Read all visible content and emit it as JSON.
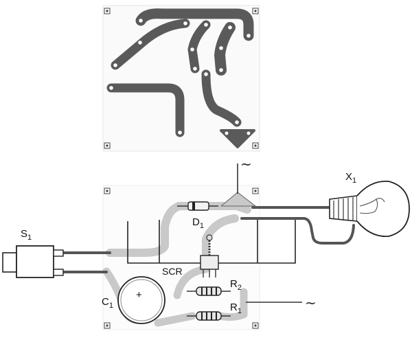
{
  "components": {
    "switch": {
      "letter": "S",
      "index": "1"
    },
    "lamp": {
      "letter": "X",
      "index": "1"
    },
    "diode": {
      "letter": "D",
      "index": "1"
    },
    "scr": {
      "label": "SCR"
    },
    "capacitor": {
      "letter": "C",
      "index": "1",
      "polarity": "+"
    },
    "resistor_2": {
      "letter": "R",
      "index": "2"
    },
    "resistor_1": {
      "letter": "R",
      "index": "1"
    }
  },
  "ac_symbol": "~",
  "colors": {
    "trace": "#5a5a5a",
    "trace_light": "#c9c9c9",
    "wire": "#555555",
    "ink": "#111111"
  }
}
